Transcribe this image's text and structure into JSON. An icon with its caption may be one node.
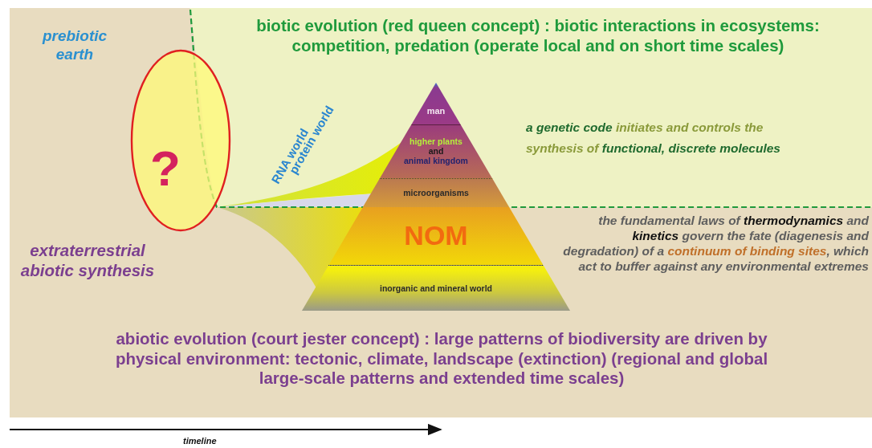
{
  "diagram": {
    "nodes": [
      {
        "text": [
          "?"
        ]
      },
      {
        "text": [
          "man"
        ]
      },
      {
        "text": [
          "higher plants",
          "and",
          "animal kingdom"
        ]
      },
      {
        "text": [
          "microorganisms"
        ]
      },
      {
        "text": [
          "NOM"
        ]
      },
      {
        "text": [
          "inorganic and mineral world"
        ]
      }
    ],
    "labels": [
      "biotic evolution (red queen concept) : biotic interactions in ecosystems: competition, predation (operate local and on short time scales)",
      "prebiotic earth",
      "RNA world",
      "protein world",
      "**a genetic code** initiates and controls the synthesis of **functional, discrete molecules**",
      "extraterrestrial abiotic synthesis",
      "the fundamental laws of **thermodynamics** and **kinetics** govern the fate (diagenesis and degradation) of a *continuum of binding sites*, which act to buffer against any environmental extremes",
      "abiotic evolution (court jester concept) : large patterns of biodiversity are driven by physical environment: tectonic, climate, landscape (extinction) (regional and global large-scale patterns and extended time scales)",
      "timeline"
    ]
  }
}
